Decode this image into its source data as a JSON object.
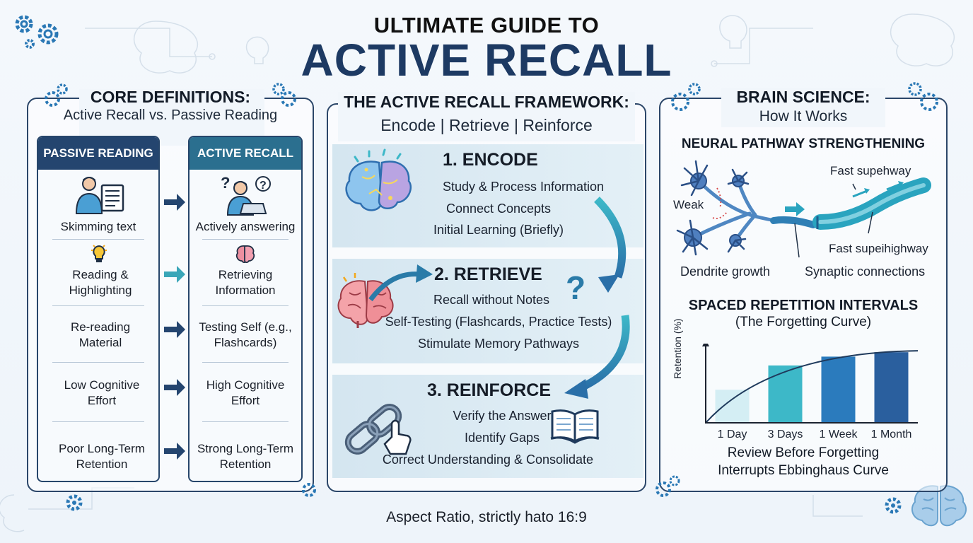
{
  "header": {
    "title_top": "ULTIMATE GUIDE TO",
    "title_main": "ACTIVE RECALL"
  },
  "left_panel": {
    "title": "CORE DEFINITIONS:",
    "subtitle": "Active Recall vs. Passive Reading",
    "passive_heading": "PASSIVE READING",
    "active_heading": "ACTIVE RECALL",
    "rows": [
      {
        "passive": "Skimming text",
        "active": "Actively answering"
      },
      {
        "passive": "Reading & Highlighting",
        "active": "Retrieving Information"
      },
      {
        "passive": "Re-reading Material",
        "active": "Testing Self (e.g., Flashcards)"
      },
      {
        "passive": "Low Cognitive Effort",
        "active": "High Cognitive Effort"
      },
      {
        "passive": "Poor Long-Term Retention",
        "active": "Strong Long-Term Retention"
      }
    ]
  },
  "center_panel": {
    "title": "THE ACTIVE RECALL FRAMEWORK:",
    "subtitle": "Encode | Retrieve | Reinforce",
    "steps": [
      {
        "title": "1. ENCODE",
        "lines": [
          "Study & Process Information",
          "Connect Concepts",
          "Initial Learning (Briefly)"
        ]
      },
      {
        "title": "2. RETRIEVE",
        "lines": [
          "Recall without Notes",
          "Self-Testing (Flashcards, Practice Tests)",
          "Stimulate Memory Pathways"
        ]
      },
      {
        "title": "3. REINFORCE",
        "lines": [
          "Verify the Answer",
          "Identify Gaps",
          "Correct Understanding & Consolidate"
        ]
      }
    ]
  },
  "right_panel": {
    "title": "BRAIN SCIENCE:",
    "subtitle": "How It Works",
    "neural": {
      "title": "NEURAL PATHWAY STRENGTHENING",
      "label_fast_top": "Fast supehway",
      "label_weak": "Weak",
      "label_fast_bottom": "Fast supeihighway",
      "label_dendrite": "Dendrite growth",
      "label_synaptic": "Synaptic connections"
    },
    "spaced": {
      "title": "SPACED REPETITION INTERVALS",
      "subtitle": "(The Forgetting Curve)",
      "ylabel": "Retention (%)",
      "caption_line1": "Review Before Forgetting",
      "caption_line2": "Interrupts Ebbinghaus Curve"
    }
  },
  "chart_data": {
    "type": "bar",
    "categories": [
      "1 Day",
      "3 Days",
      "1 Week",
      "1 Month"
    ],
    "values": [
      45,
      78,
      90,
      96
    ],
    "ylabel": "Retention (%)",
    "ylim": [
      0,
      100
    ],
    "colors": [
      "#d4eef4",
      "#3db8c8",
      "#2b7bbd",
      "#2a5f9e"
    ],
    "grid": false
  },
  "footer": {
    "note": "Aspect Ratio, strictly hato 16:9"
  },
  "colors": {
    "navy": "#1d3a63",
    "panel_border": "#2b4669",
    "passive_head": "#24456f",
    "active_head": "#2b6f8f",
    "teal": "#3aa6b8"
  }
}
